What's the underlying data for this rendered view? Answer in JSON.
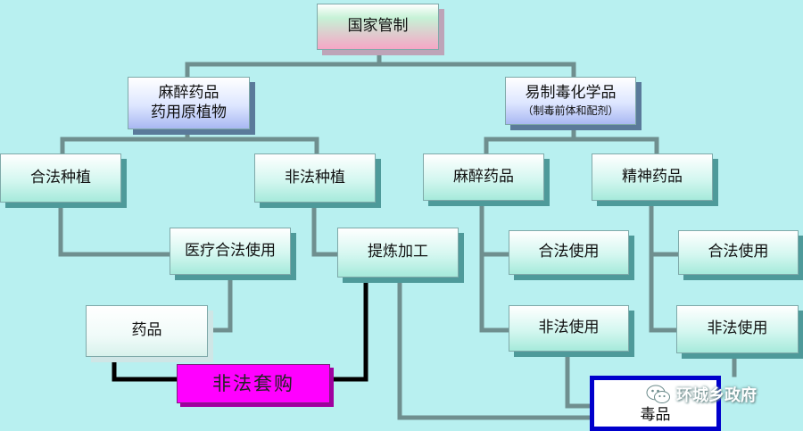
{
  "nodes": {
    "national_control": "国家管制",
    "narcotic_plants_line1": "麻醉药品",
    "narcotic_plants_line2": "药用原植物",
    "precursor_line1": "易制毒化学品",
    "precursor_line2": "（制毒前体和配剂）",
    "legal_planting": "合法种植",
    "illegal_planting": "非法种植",
    "narcotic_drugs": "麻醉药品",
    "psychotropic_drugs": "精神药品",
    "medical_legal_use": "医疗合法使用",
    "refining_processing": "提炼加工",
    "narcotic_legal_use": "合法使用",
    "psychotropic_legal_use": "合法使用",
    "medicine": "药品",
    "narcotic_illegal_use": "非法使用",
    "psychotropic_illegal_use": "非法使用",
    "illegal_purchase": "非法套购",
    "illicit_drugs": "毒品"
  },
  "watermark": {
    "icon": "wechat-icon",
    "text": "环城乡政府"
  },
  "colors": {
    "background": "#b8f0f0",
    "connector": "#6f8f8f",
    "illegal_connector": "#000000",
    "illegal_purchase_fill": "#ff00ff",
    "illicit_drugs_border": "#0000cc"
  }
}
